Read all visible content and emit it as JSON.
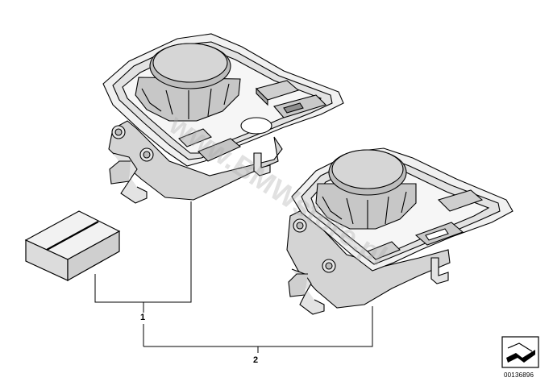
{
  "callouts": {
    "kit_number": "1",
    "assembly_number": "2"
  },
  "document_number": "00136896",
  "watermark": "www.BMWstore.pl",
  "icons": {
    "small_box": "box-icon",
    "catalog_logo": "arrow-sheet-icon"
  }
}
